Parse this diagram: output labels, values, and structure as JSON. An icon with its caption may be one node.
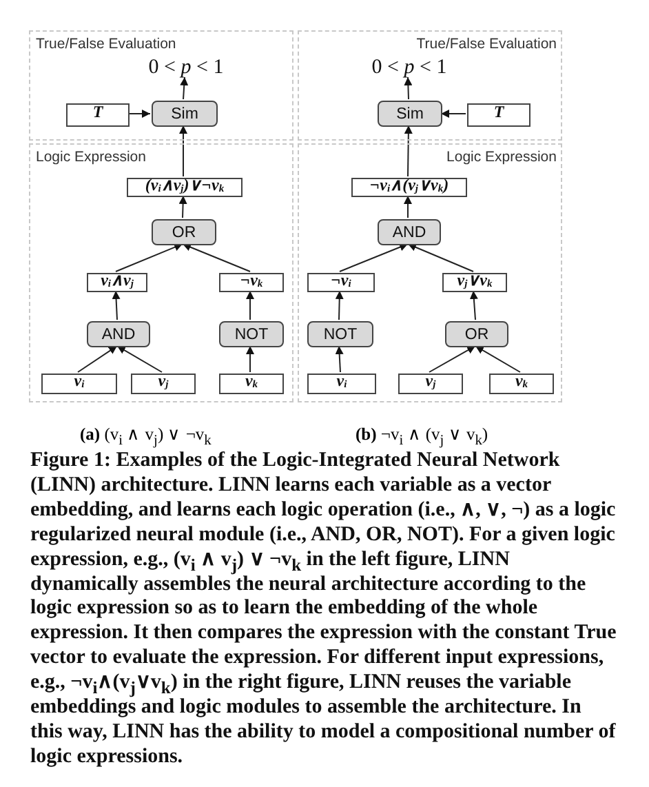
{
  "diagram": {
    "caption": "Figure 1: Examples of the Logic-Integrated Neural Network (LINN) architecture. LINN learns each variable as a vector embedding, and learns each logic operation (i.e., ∧, ∨, ¬) as a logic regularized neural module (i.e., AND, OR, NOT). For a given logic expression, e.g., (v$_{i}$ ∧ v$_{j}$) ∨ ¬v$_{k}$ in the left figure, LINN dynamically assembles the neural architecture according to the logic expression so as to learn the embedding of the whole expression. It then compares the expression with the constant True vector to evaluate the expression. For different input expressions, e.g., ¬v$_{i}$∧(v$_{j}$∨v$_{k}$) in the right figure, LINN reuses the variable embeddings and logic modules to assemble the architecture. In this way, LINN has the ability to model a compositional number of logic expressions.",
    "nodes": [
      {
        "text": [
          "True/False Evaluation"
        ]
      },
      {
        "text": [
          "0 < *p* < 1"
        ],
        "in": 0
      },
      {
        "text": [
          "T"
        ],
        "in": 0
      },
      {
        "text": [
          "Sim"
        ],
        "in": 0
      },
      {
        "text": [
          "Logic Expression"
        ]
      },
      {
        "text": [
          "(v$_{i}$∧v$_{j}$)∨¬v$_{k}$"
        ],
        "in": 4
      },
      {
        "text": [
          "OR"
        ],
        "in": 4
      },
      {
        "text": [
          "v$_{i}$∧v$_{j}$"
        ],
        "in": 4
      },
      {
        "text": [
          "¬v$_{k}$"
        ],
        "in": 4
      },
      {
        "text": [
          "AND"
        ],
        "in": 4
      },
      {
        "text": [
          "NOT"
        ],
        "in": 4
      },
      {
        "text": [
          "v$_{i}$"
        ],
        "in": 4
      },
      {
        "text": [
          "v$_{j}$"
        ],
        "in": 4
      },
      {
        "text": [
          "v$_{k}$"
        ],
        "in": 4
      },
      {
        "text": [
          "True/False Evaluation"
        ]
      },
      {
        "text": [
          "0 < *p* < 1"
        ],
        "in": 14
      },
      {
        "text": [
          "Sim"
        ],
        "in": 14
      },
      {
        "text": [
          "T"
        ],
        "in": 14
      },
      {
        "text": [
          "Logic Expression"
        ]
      },
      {
        "text": [
          "¬v$_{i}$∧(v$_{j}$∨v$_{k}$)"
        ],
        "in": 18
      },
      {
        "text": [
          "AND"
        ],
        "in": 18
      },
      {
        "text": [
          "¬v$_{i}$"
        ],
        "in": 18
      },
      {
        "text": [
          "v$_{j}$∨v$_{k}$"
        ],
        "in": 18
      },
      {
        "text": [
          "NOT"
        ],
        "in": 18
      },
      {
        "text": [
          "OR"
        ],
        "in": 18
      },
      {
        "text": [
          "v$_{i}$"
        ],
        "in": 18
      },
      {
        "text": [
          "v$_{j}$"
        ],
        "in": 18
      },
      {
        "text": [
          "v$_{k}$"
        ],
        "in": 18
      }
    ],
    "edges": [
      {
        "from": 3,
        "to": 1,
        "arrow": "to"
      },
      {
        "from": 2,
        "to": 3,
        "arrow": "to"
      },
      {
        "from": 5,
        "to": 3,
        "arrow": "to"
      },
      {
        "from": 6,
        "to": 5,
        "arrow": "to"
      },
      {
        "from": 7,
        "to": 6,
        "arrow": "to"
      },
      {
        "from": 8,
        "to": 6,
        "arrow": "to"
      },
      {
        "from": 9,
        "to": 7,
        "arrow": "to"
      },
      {
        "from": 10,
        "to": 8,
        "arrow": "to"
      },
      {
        "from": 11,
        "to": 9,
        "arrow": "to"
      },
      {
        "from": 12,
        "to": 9,
        "arrow": "to"
      },
      {
        "from": 13,
        "to": 10,
        "arrow": "to"
      },
      {
        "from": 16,
        "to": 15,
        "arrow": "to"
      },
      {
        "from": 17,
        "to": 16,
        "arrow": "to"
      },
      {
        "from": 19,
        "to": 16,
        "arrow": "to"
      },
      {
        "from": 20,
        "to": 19,
        "arrow": "to"
      },
      {
        "from": 21,
        "to": 20,
        "arrow": "to"
      },
      {
        "from": 22,
        "to": 20,
        "arrow": "to"
      },
      {
        "from": 23,
        "to": 21,
        "arrow": "to"
      },
      {
        "from": 24,
        "to": 22,
        "arrow": "to"
      },
      {
        "from": 25,
        "to": 23,
        "arrow": "to"
      },
      {
        "from": 26,
        "to": 24,
        "arrow": "to"
      },
      {
        "from": 27,
        "to": 24,
        "arrow": "to"
      }
    ],
    "labels": [
      "**(a)** (v$_{i}$ ∧ v$_{j}$) ∨ ¬v$_{k}$",
      "**(b)** ¬v$_{i}$ ∧ (v$_{j}$ ∨ v$_{k}$)"
    ]
  }
}
